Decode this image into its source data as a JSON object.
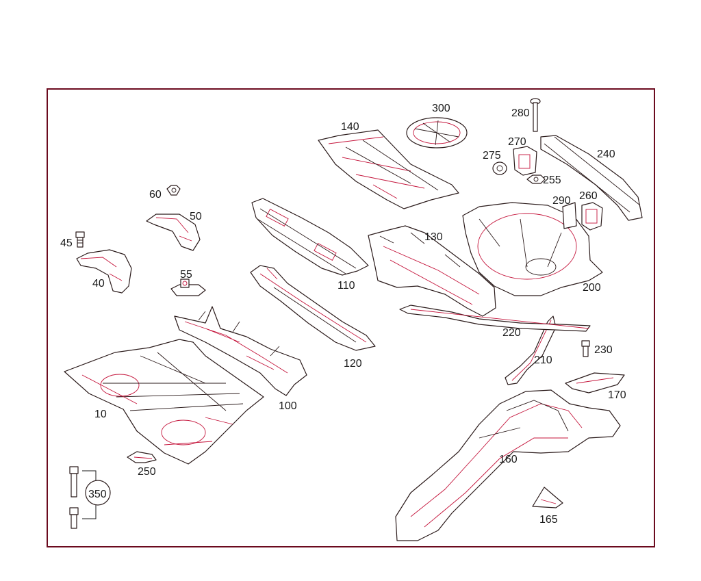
{
  "diagram": {
    "callouts": {
      "c10": "10",
      "c40": "40",
      "c45": "45",
      "c50": "50",
      "c55": "55",
      "c60": "60",
      "c100": "100",
      "c110": "110",
      "c120": "120",
      "c130": "130",
      "c140": "140",
      "c160": "160",
      "c165": "165",
      "c170": "170",
      "c200": "200",
      "c210": "210",
      "c220": "220",
      "c230": "230",
      "c240": "240",
      "c250": "250",
      "c255": "255",
      "c260": "260",
      "c270": "270",
      "c275": "275",
      "c280": "280",
      "c290": "290",
      "c300": "300",
      "c350": "350"
    },
    "colors": {
      "frame": "#6b0a1e",
      "outline": "#2a1a1a",
      "detail": "#c4133a",
      "background": "#ffffff"
    }
  }
}
